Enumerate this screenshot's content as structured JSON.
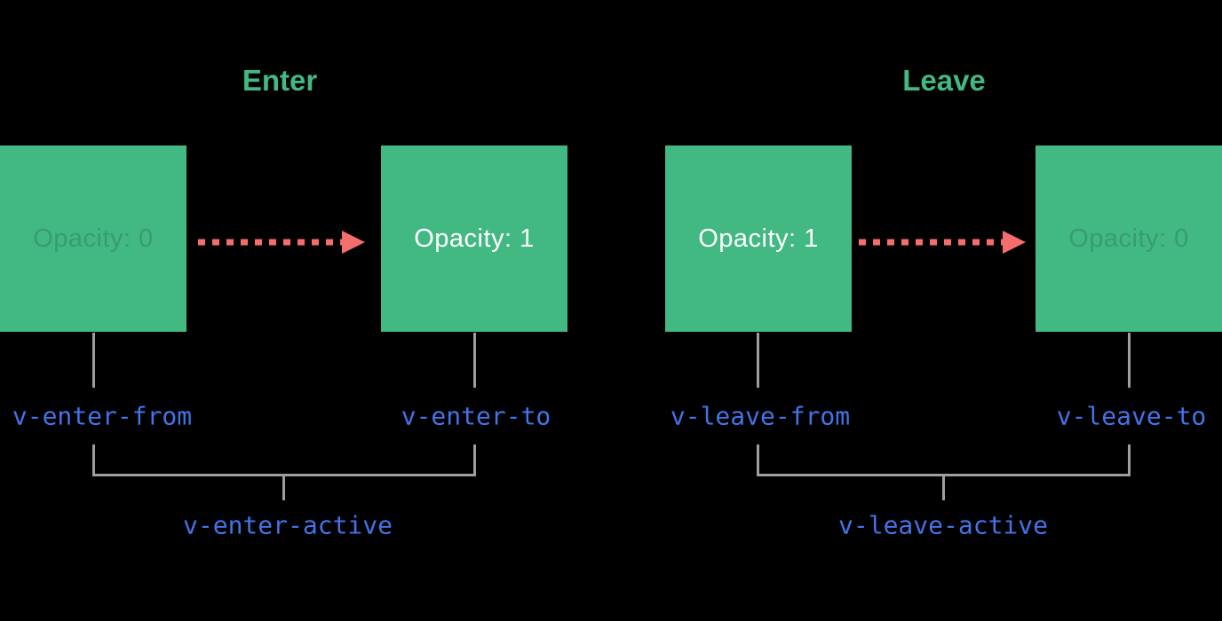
{
  "diagram": {
    "background": "#000000",
    "accent_green": "#42b883",
    "arrow_red": "#f66d6d",
    "line_gray": "#9e9e9e",
    "code_blue": "#4273e8",
    "box_text_white": "#ffffff",
    "box_text_faded": "rgba(0,0,0,0.15)"
  },
  "enter": {
    "title": "Enter",
    "from_opacity": "Opacity: 0",
    "to_opacity": "Opacity: 1",
    "from_class": "v-enter-from",
    "to_class": "v-enter-to",
    "active_class": "v-enter-active"
  },
  "leave": {
    "title": "Leave",
    "from_opacity": "Opacity: 1",
    "to_opacity": "Opacity: 0",
    "from_class": "v-leave-from",
    "to_class": "v-leave-to",
    "active_class": "v-leave-active"
  }
}
